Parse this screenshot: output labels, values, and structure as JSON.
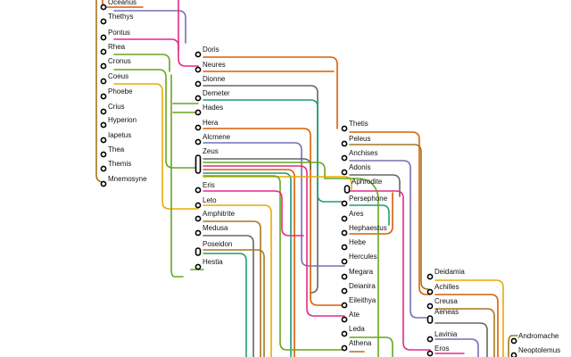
{
  "colors": {
    "orange": "#d95f02",
    "purple": "#7570b3",
    "magenta": "#e7298a",
    "green": "#66a61e",
    "gold": "#e6ab02",
    "brown": "#a6761d",
    "gray": "#666666",
    "teal": "#1b9e77"
  },
  "people": {
    "oceanus": "Oceanus",
    "thethys": "Thethys",
    "pontus": "Pontus",
    "rhea": "Rhea",
    "cronus": "Cronus",
    "coeus": "Coeus",
    "phoebe": "Phoebe",
    "crius": "Crius",
    "hyperion": "Hyperion",
    "iapetus": "Iapetus",
    "thea": "Thea",
    "themis": "Themis",
    "mnemosyne": "Mnemosyne",
    "doris": "Doris",
    "neures": "Neures",
    "dionne": "Dionne",
    "demeter": "Demeter",
    "hades": "Hades",
    "hera": "Hera",
    "alcmene": "Alcmene",
    "zeus": "Zeus",
    "eris": "Eris",
    "leto": "Leto",
    "amphitrite": "Amphitrite",
    "medusa": "Medusa",
    "poseidon": "Poseidon",
    "hestia": "Hestia",
    "thetis": "Thetis",
    "peleus": "Peleus",
    "anchises": "Anchises",
    "adonis": "Adonis",
    "aphrodite": "Aphrodite",
    "persephone": "Persephone",
    "ares": "Ares",
    "hephaestus": "Hephaestus",
    "hebe": "Hebe",
    "hercules": "Hercules",
    "megara": "Megara",
    "deianira": "Deianira",
    "eileithya": "Eileithya",
    "ate": "Ate",
    "leda": "Leda",
    "athena": "Athena",
    "deidamia": "Deidamia",
    "achilles": "Achilles",
    "creusa": "Creusa",
    "aeneas": "Aeneas",
    "lavinia": "Lavinia",
    "eros": "Eros",
    "andromache": "Andromache",
    "neoptolemus": "Neoptolemus"
  }
}
